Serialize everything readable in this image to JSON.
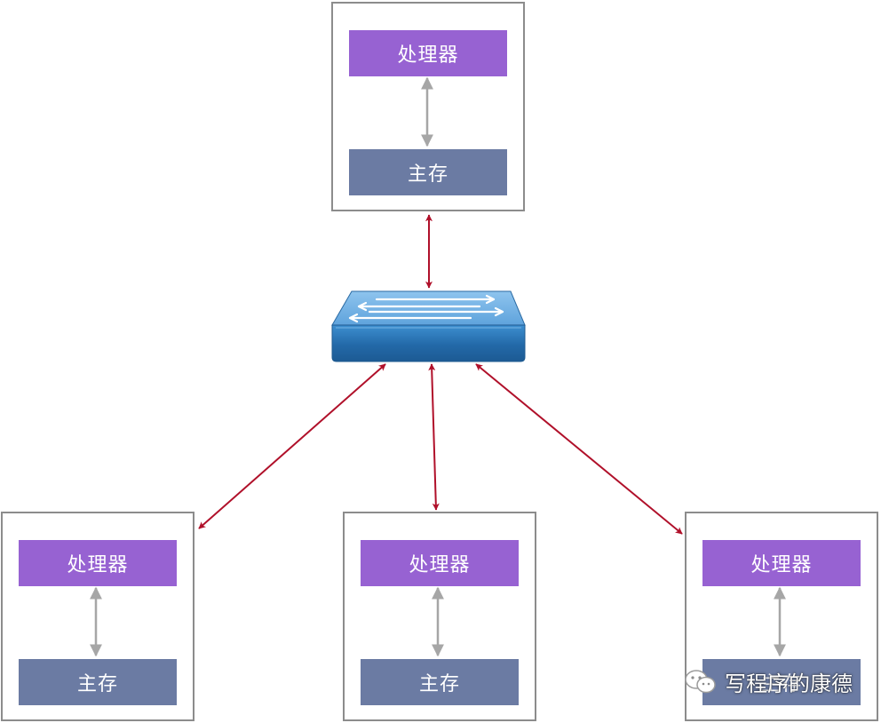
{
  "nodes": [
    {
      "processor_label": "处理器",
      "memory_label": "主存"
    },
    {
      "processor_label": "处理器",
      "memory_label": "主存"
    },
    {
      "processor_label": "处理器",
      "memory_label": "主存"
    },
    {
      "processor_label": "处理器",
      "memory_label": "主存"
    }
  ],
  "watermark": {
    "text": "写程序的康德"
  },
  "colors": {
    "processor": "#9762d2",
    "memory": "#6b7ba3",
    "network_link": "#b0102a",
    "bus_link": "#a6a6a6",
    "switch": "#3a86c4"
  },
  "icons": {
    "switch": "network-switch-icon",
    "watermark": "wechat-icon"
  }
}
